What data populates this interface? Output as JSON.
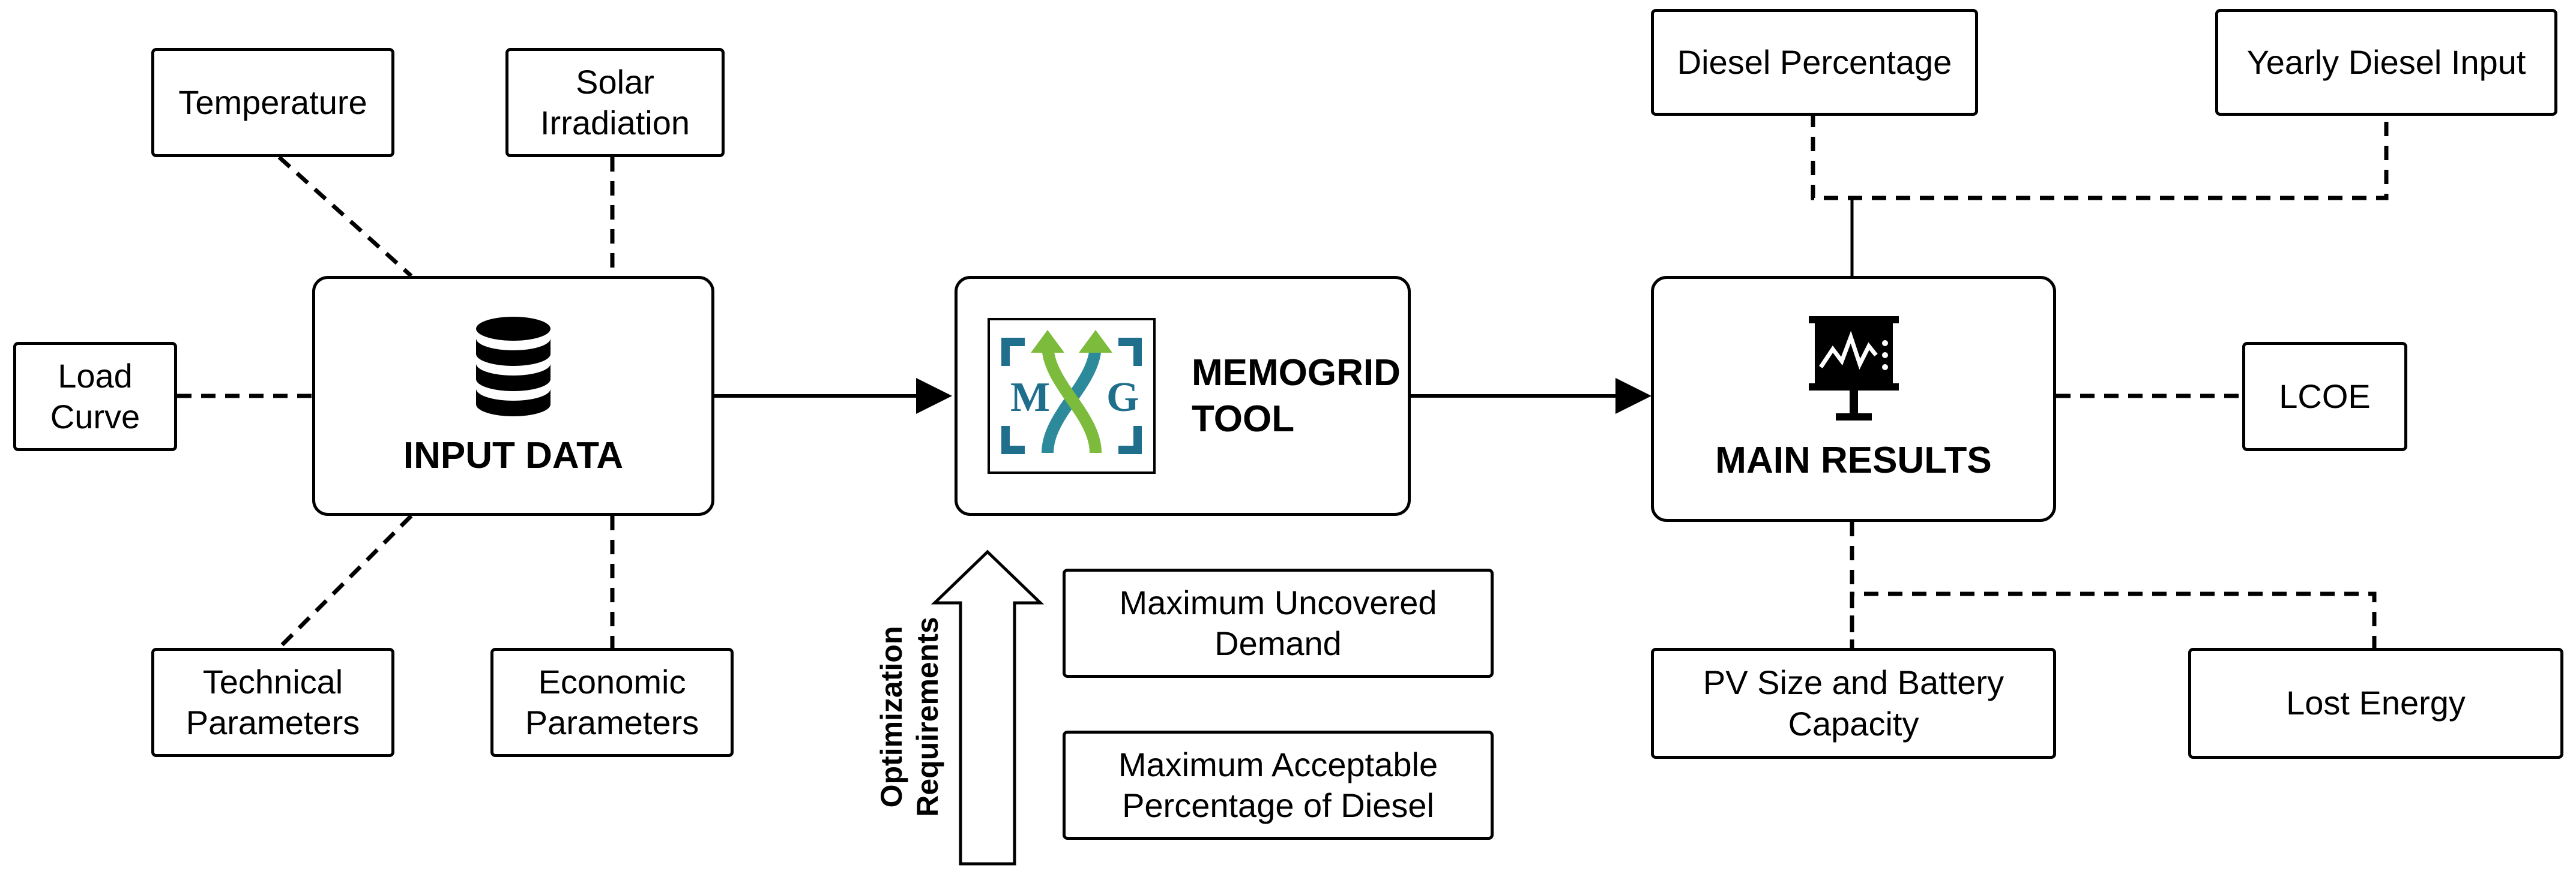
{
  "input_sources": {
    "temperature": "Temperature",
    "solar": "Solar\nIrradiation",
    "load": "Load\nCurve",
    "technical": "Technical\nParameters",
    "economic": "Economic\nParameters"
  },
  "input_data": {
    "title": "INPUT DATA",
    "icon": "database-icon"
  },
  "tool": {
    "title": "MEMOGRID\nTOOL",
    "logo_left": "M",
    "logo_right": "G",
    "logo_icon": "memogrid-logo-icon"
  },
  "optimization": {
    "label": "Optimization\nRequirements",
    "items": [
      "Maximum Uncovered\nDemand",
      "Maximum Acceptable\nPercentage of Diesel"
    ]
  },
  "main_results": {
    "title": "MAIN RESULTS",
    "icon": "presentation-chart-icon"
  },
  "outputs": {
    "diesel_percentage": "Diesel Percentage",
    "yearly_diesel": "Yearly Diesel Input",
    "lcoe": "LCOE",
    "pv_battery": "PV Size and Battery\nCapacity",
    "lost_energy": "Lost Energy"
  },
  "colors": {
    "line": "#000000",
    "logo_blue": "#1f6e8c",
    "logo_green": "#7dbb3c",
    "logo_teal": "#2d8a9a"
  }
}
